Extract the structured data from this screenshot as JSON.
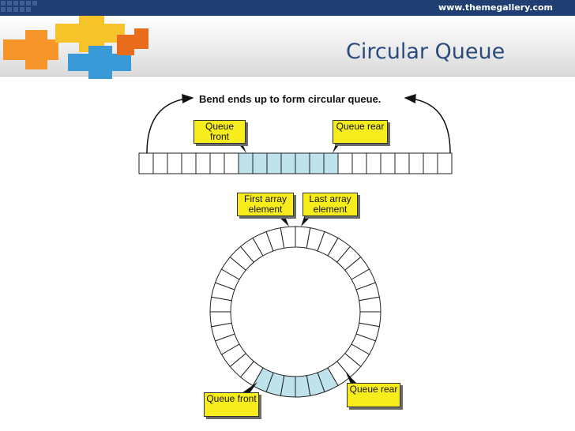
{
  "header": {
    "site_url": "www.themegallery.com",
    "title": "Circular Queue",
    "colors": {
      "bar": "#1f3f73",
      "title": "#2b4b7c",
      "callout": "#f7ed1d",
      "cell_fill": "#bfe3ec"
    }
  },
  "diagram": {
    "bend_label": "Bend ends up to form circular queue.",
    "linear_callouts": {
      "front": "Queue front",
      "rear": "Queue rear"
    },
    "circle_callouts": {
      "first": "First array element",
      "last": "Last array element",
      "front": "Queue front",
      "rear": "Queue rear"
    }
  }
}
